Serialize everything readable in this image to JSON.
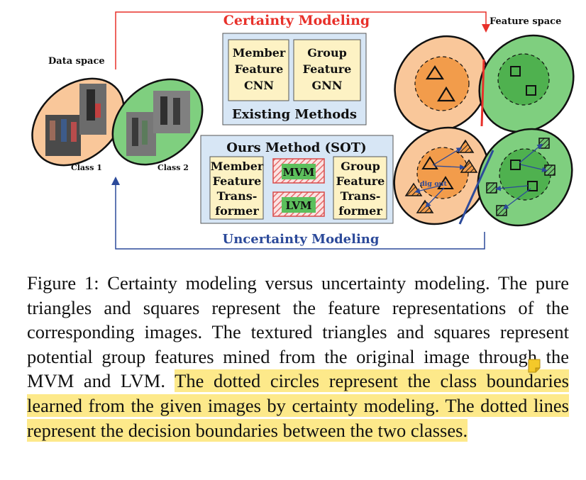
{
  "figure": {
    "certainty_title": "Certainty Modeling",
    "uncertainty_title": "Uncertainty Modeling",
    "data_space": "Data space",
    "feature_space": "Feature space",
    "class1": "Class 1",
    "class2": "Class 2",
    "existing": {
      "member": [
        "Member",
        "Feature",
        "CNN"
      ],
      "group": [
        "Group",
        "Feature",
        "GNN"
      ],
      "label": "Existing Methods"
    },
    "ours": {
      "title": "Ours Method (SOT)",
      "member": [
        "Member",
        "Feature",
        "Trans-",
        "former"
      ],
      "group": [
        "Group",
        "Feature",
        "Trans-",
        "former"
      ],
      "mvm": "MVM",
      "lvm": "LVM"
    },
    "dig_out": "dig out"
  },
  "caption": {
    "plain": "Figure 1: Certainty modeling versus uncertainty modeling. The pure triangles and squares represent the feature representations of the corresponding images. The textured triangles and squares represent potential group features mined from the original image through the MVM and LVM. ",
    "highlighted": "The dotted circles represent the class boundaries learned from the given images by certainty modeling. The dotted lines represent the decision boundaries between the two classes."
  },
  "colors": {
    "red": "#e8302a",
    "blue": "#2c4a9a",
    "orange_ellipse": "#f9c79a",
    "green_ellipse": "#7fcf7f",
    "box_fill": "#d7e6f5",
    "inner_box": "#fdf2c4",
    "highlight": "#fde98a"
  }
}
